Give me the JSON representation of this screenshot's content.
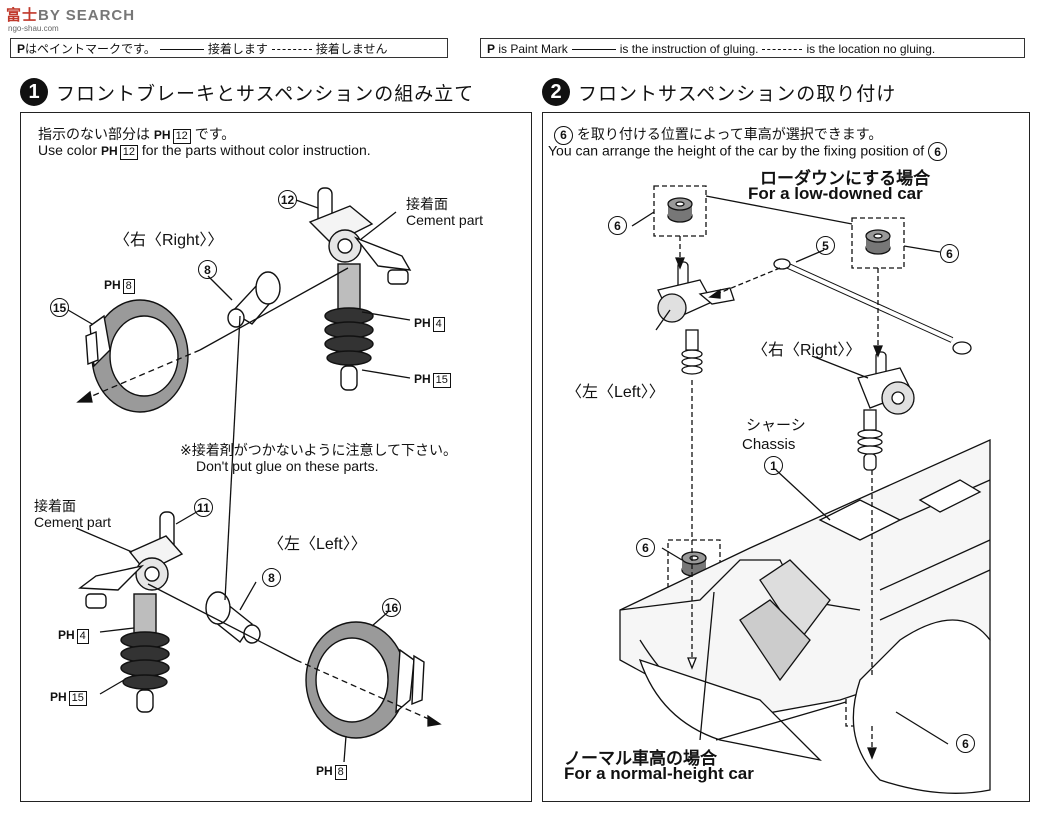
{
  "header": {
    "logo_a": "富士",
    "logo_b": "BY SEARCH",
    "logo_sub": "ngo-shau.com"
  },
  "legend_jp": {
    "mark": "P",
    "t1": "はペイントマークです。",
    "t2": "接着します",
    "t3": "接着しません"
  },
  "legend_en": {
    "mark": "P",
    "t1": "is Paint Mark",
    "t2": "is the instruction of gluing.",
    "t3": "is the location no gluing."
  },
  "step1": {
    "num": "1",
    "title": "フロントブレーキとサスペンションの組み立て",
    "note_jp_a": "指示のない部分は",
    "note_jp_code": "12",
    "note_jp_b": "です。",
    "note_en_a": "Use color",
    "note_en_code": "12",
    "note_en_b": "for the parts without color instruction.",
    "right_label": "〈右〈Right〉〉",
    "left_label": "〈左〈Left〉〉",
    "cement_jp": "接着面",
    "cement_en": "Cement part",
    "caution_jp": "※接着剤がつかないように注意して下さい。",
    "caution_en": "Don't put glue on these parts.",
    "ph_prefix": "PH",
    "parts": {
      "p12": "12",
      "p8a": "8",
      "p15": "15",
      "p11": "11",
      "p8b": "8",
      "p16": "16"
    },
    "paint": {
      "a": "8",
      "b": "4",
      "c": "15",
      "d": "4",
      "e": "15",
      "f": "8"
    }
  },
  "step2": {
    "num": "2",
    "title": "フロントサスペンションの取り付け",
    "note_jp_num": "6",
    "note_jp": "を取り付ける位置によって車高が選択できます。",
    "note_en": "You can arrange the height of the car by the fixing position of",
    "note_en_num": "6",
    "low_jp": "ローダウンにする場合",
    "low_en": "For a low-downed car",
    "right_label": "〈右〈Right〉〉",
    "left_label": "〈左〈Left〉〉",
    "chassis_jp": "シャーシ",
    "chassis_en": "Chassis",
    "normal_jp": "ノーマル車高の場合",
    "normal_en": "For a normal-height car",
    "parts": {
      "p6a": "6",
      "p6b": "6",
      "p5": "5",
      "p1": "1",
      "p6c": "6",
      "p6d": "6"
    }
  }
}
